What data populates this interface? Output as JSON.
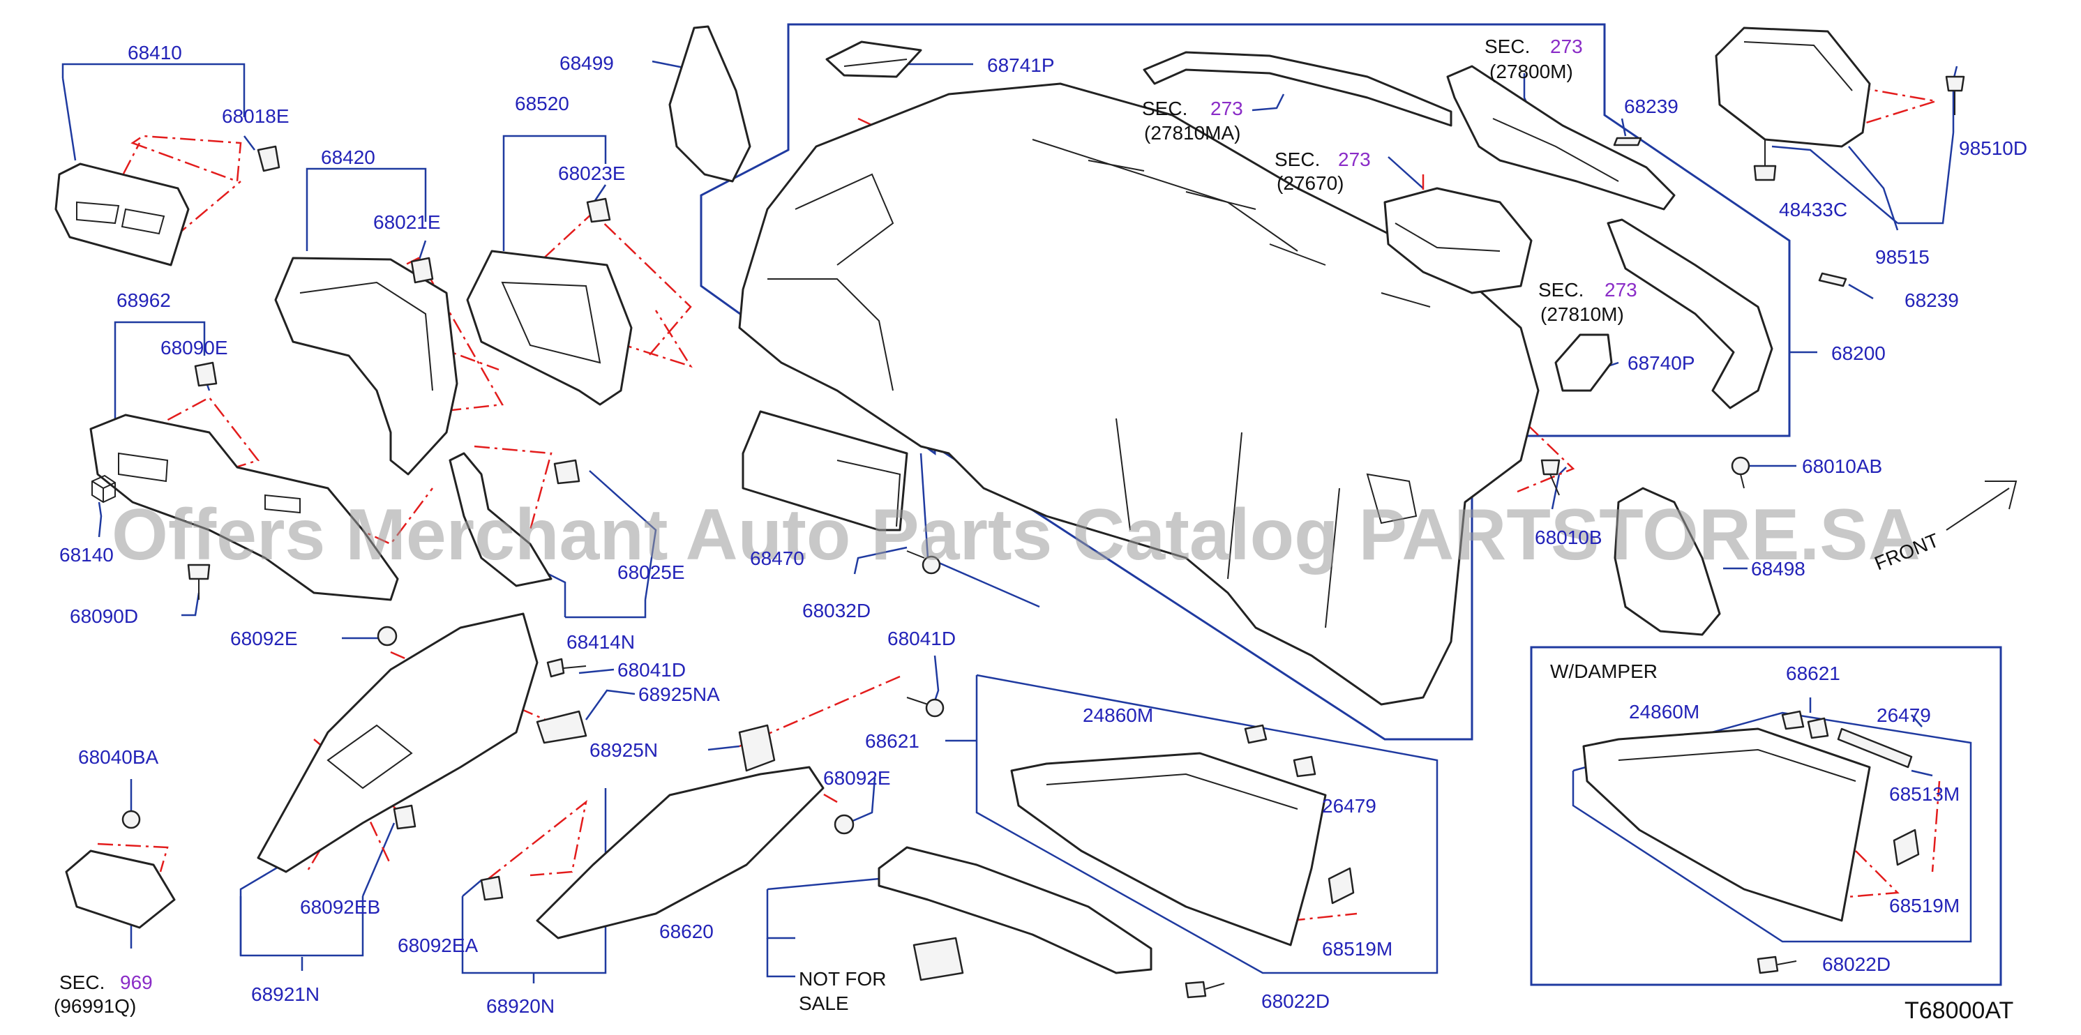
{
  "diagram": {
    "catalog_code": "T68000AT",
    "watermark": "Offers Merchant Auto Parts Catalog PARTSTORE.SA",
    "front_label": "FRONT",
    "labels": {
      "p68410": "68410",
      "p68018E": "68018E",
      "p68499": "68499",
      "p68520": "68520",
      "p68023E": "68023E",
      "p68420": "68420",
      "p68021E": "68021E",
      "p68741P": "68741P",
      "p68962": "68962",
      "p68090E": "68090E",
      "p68140": "68140",
      "p68090D": "68090D",
      "p68470": "68470",
      "p68032D": "68032D",
      "p68414N": "68414N",
      "p68025E": "68025E",
      "p68092E_a": "68092E",
      "p68041D_a": "68041D",
      "p68925NA": "68925NA",
      "p68041D_b": "68041D",
      "p68925N": "68925N",
      "p68621_a": "68621",
      "p68092E_b": "68092E",
      "p68040BA": "68040BA",
      "p68092EB": "68092EB",
      "p68921N": "68921N",
      "p68092EA": "68092EA",
      "p68920N": "68920N",
      "p68620": "68620",
      "p24860M_a": "24860M",
      "p26479_a": "26479",
      "p68519M_a": "68519M",
      "p68022D_a": "68022D",
      "p68239_a": "68239",
      "p98510D": "98510D",
      "p48433C": "48433C",
      "p98515": "98515",
      "p68239_b": "68239",
      "p68740P": "68740P",
      "p68200": "68200",
      "p68010AB": "68010AB",
      "p68010B": "68010B",
      "p68498": "68498",
      "p68621_b": "68621",
      "p24860M_b": "24860M",
      "p26479_b": "26479",
      "p68513M": "68513M",
      "p68519M_b": "68519M",
      "p68022D_b": "68022D"
    },
    "sections": {
      "s27810MA": {
        "prefix": "SEC.",
        "num": "273",
        "code": "(27810MA)"
      },
      "s27670": {
        "prefix": "SEC.",
        "num": "273",
        "code": "(27670)"
      },
      "s27800M": {
        "prefix": "SEC.",
        "num": "273",
        "code": "(27800M)"
      },
      "s27810M": {
        "prefix": "SEC.",
        "num": "273",
        "code": "(27810M)"
      },
      "s96991Q": {
        "prefix": "SEC.",
        "num": "969",
        "code": "(96991Q)"
      }
    },
    "notes": {
      "damper": "W/DAMPER",
      "not_for": "NOT  FOR",
      "sale": "SALE"
    },
    "colors": {
      "leader": "#1f3aa0",
      "label": "#2323b8",
      "section_number": "#8a2cc7",
      "dash": "#e31c1c",
      "outline": "#222222"
    }
  }
}
